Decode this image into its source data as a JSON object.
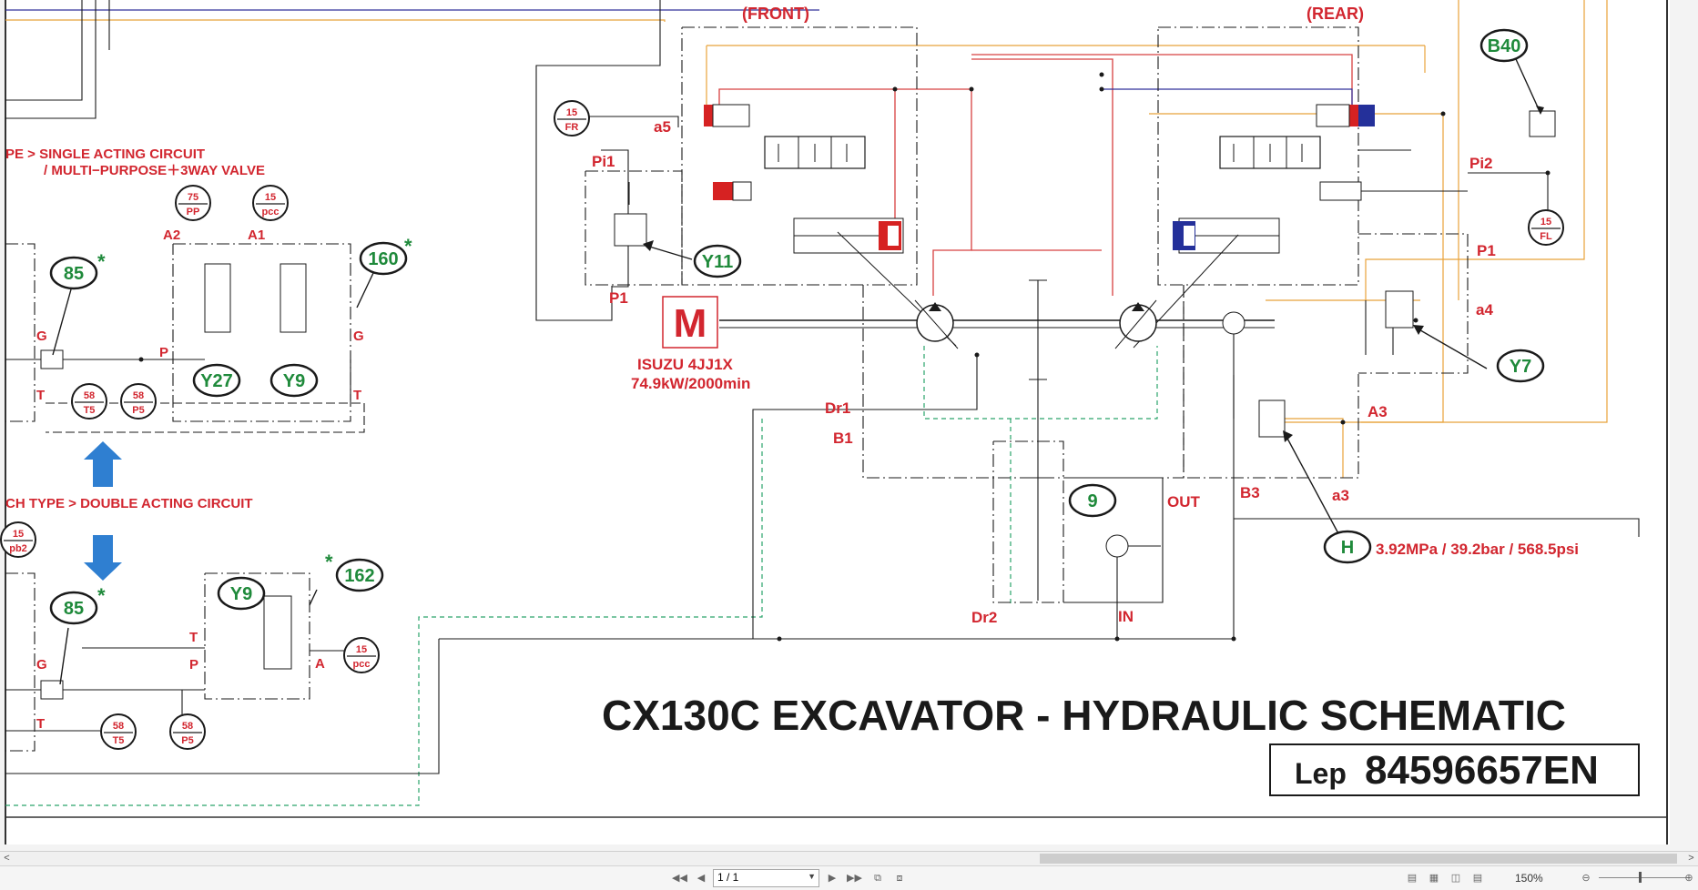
{
  "schematic": {
    "title": "CX130C  EXCAVATOR - HYDRAULIC SCHEMATIC",
    "lep_prefix": "Lep",
    "lep_number": "84596657EN",
    "front_label": "(FRONT)",
    "rear_label": "(REAR)",
    "engine": {
      "symbol": "M",
      "model": "ISUZU  4JJ1X",
      "power": "74.9kW/2000min"
    },
    "pressure_note": "3.92MPa / 39.2bar / 568.5psi",
    "section_single": "PE > SINGLE ACTING CIRCUIT",
    "section_single_sub": "/ MULTI−PURPOSE＋3WAY VALVE",
    "section_double": "CH TYPE > DOUBLE ACTING CIRCUIT",
    "components": {
      "c85a": "85",
      "c85b": "85",
      "c160": "160",
      "c162": "162",
      "y27": "Y27",
      "y9a": "Y9",
      "y9b": "Y9",
      "y11": "Y11",
      "y7": "Y7",
      "b40": "B40",
      "c9": "9",
      "ch": "H"
    },
    "ports": {
      "a5": "a5",
      "pi1": "Pi1",
      "p1a": "P1",
      "p1b": "P1",
      "pi2": "Pi2",
      "a4": "a4",
      "a3": "a3",
      "A3": "A3",
      "b3": "B3",
      "out": "OUT",
      "in": "IN",
      "dr1": "Dr1",
      "b1": "B1",
      "dr2": "Dr2",
      "a2": "A2",
      "a1": "A1",
      "g1": "G",
      "g2": "G",
      "g3": "G",
      "t1": "T",
      "t2": "T",
      "t3": "T",
      "t4": "T",
      "p1": "P",
      "p2": "P",
      "a": "A"
    },
    "tags": {
      "fr": {
        "num": "15",
        "code": "FR"
      },
      "fl": {
        "num": "15",
        "code": "FL"
      },
      "pp": {
        "num": "75",
        "code": "PP"
      },
      "pcc1": {
        "num": "15",
        "code": "pcc"
      },
      "t5a": {
        "num": "58",
        "code": "T5"
      },
      "p5a": {
        "num": "58",
        "code": "P5"
      },
      "pb2": {
        "num": "15",
        "code": "pb2"
      },
      "t5b": {
        "num": "58",
        "code": "T5"
      },
      "p5b": {
        "num": "58",
        "code": "P5"
      },
      "pcc2": {
        "num": "15",
        "code": "pcc"
      }
    },
    "asterisk": "*"
  },
  "viewer": {
    "page_value": "1 / 1",
    "zoom": "150%",
    "first_icon": "first-page-icon",
    "prev_icon": "prev-page-icon",
    "next_icon": "next-page-icon",
    "last_icon": "last-page-icon"
  },
  "colors": {
    "ink": "#1a1a1a",
    "label_red": "#d2262f",
    "bubble_green": "#1f8a3b",
    "pilot_orange": "#e8a23a",
    "drain_green": "#2aa36a",
    "pressure_red": "#d74040",
    "return_blue": "#30309a",
    "cylinder_red": "#d62222",
    "cylinder_blue": "#24309a",
    "arrow_blue": "#2f7fd1"
  }
}
